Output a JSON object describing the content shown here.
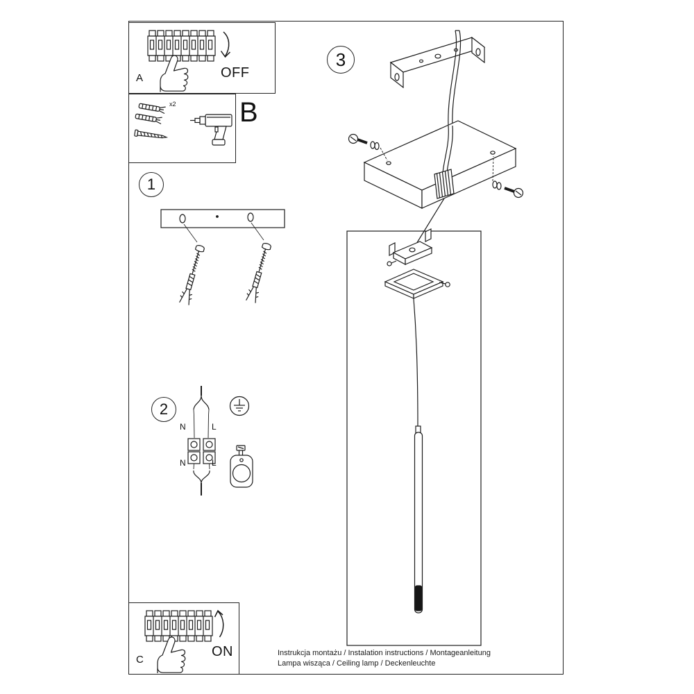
{
  "labels": {
    "box_a": "A",
    "box_b": "B",
    "box_c": "C",
    "switch_off": "OFF",
    "switch_on": "ON",
    "step_1": "1",
    "step_2": "2",
    "step_3": "3",
    "anchor_quantity": "x2",
    "wire_neutral_top": "N",
    "wire_live_top": "L",
    "wire_neutral_bottom": "N",
    "wire_live_bottom": "L"
  },
  "footer": {
    "line1": "Instrukcja montażu / Instalation instructions / Montageanleitung",
    "line2": "Lampa wisząca / Ceiling lamp / Deckenleuchte"
  },
  "colors": {
    "line": "#1a1a1a",
    "paper": "#ffffff"
  }
}
